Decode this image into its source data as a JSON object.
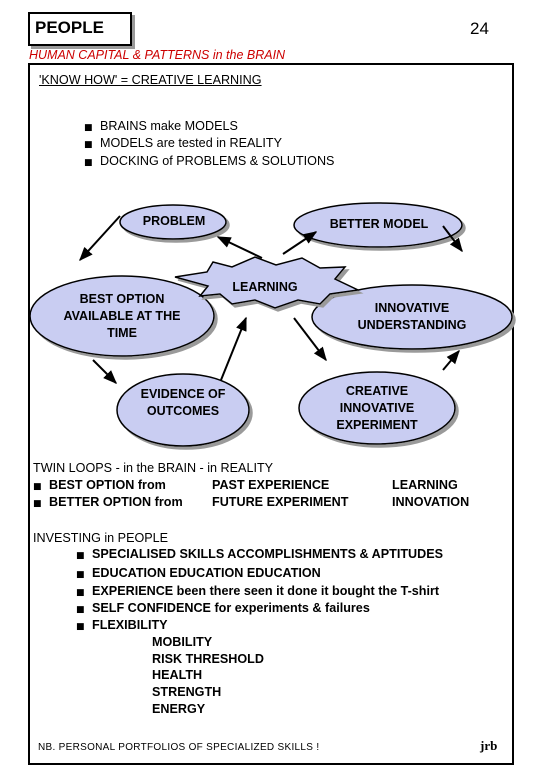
{
  "header": {
    "title": "PEOPLE",
    "page_number": "24",
    "subtitle": "HUMAN CAPITAL & PATTERNS in the BRAIN"
  },
  "intro": {
    "heading": "'KNOW HOW' = CREATIVE LEARNING",
    "bullets": [
      "BRAINS make MODELS",
      "MODELS are tested in REALITY",
      "DOCKING of PROBLEMS  & SOLUTIONS"
    ]
  },
  "diagram": {
    "problem": "PROBLEM",
    "better_model": "BETTER MODEL",
    "learning": "LEARNING",
    "best_option": "BEST OPTION AVAILABLE AT THE TIME",
    "innovative_understanding": "INNOVATIVE UNDERSTANDING",
    "evidence": "EVIDENCE OF OUTCOMES",
    "creative_experiment": "CREATIVE INNOVATIVE EXPERIMENT"
  },
  "twin_loops": {
    "heading": "TWIN LOOPS - in the BRAIN - in REALITY",
    "rows": [
      {
        "a": "BEST OPTION from",
        "b": "PAST EXPERIENCE",
        "c": "LEARNING"
      },
      {
        "a": "BETTER OPTION from",
        "b": "FUTURE EXPERIMENT",
        "c": "INNOVATION"
      }
    ]
  },
  "investing": {
    "heading": "INVESTING in PEOPLE",
    "bullets": [
      "SPECIALISED SKILLS ACCOMPLISHMENTS & APTITUDES",
      "EDUCATION EDUCATION EDUCATION",
      "EXPERIENCE been there seen it done it bought the T-shirt",
      "SELF CONFIDENCE for experiments & failures",
      "FLEXIBILITY"
    ],
    "flexibility_items": [
      "MOBILITY",
      "RISK THRESHOLD",
      "HEALTH",
      "STRENGTH",
      "ENERGY"
    ]
  },
  "footer": {
    "note": "NB.  PERSONAL PORTFOLIOS OF SPECIALIZED SKILLS !",
    "mark": "jrb"
  },
  "colors": {
    "ellipse_fill": "#c9cdf2",
    "subtitle": "#cc0000",
    "shadow": "#9a9a9a"
  }
}
